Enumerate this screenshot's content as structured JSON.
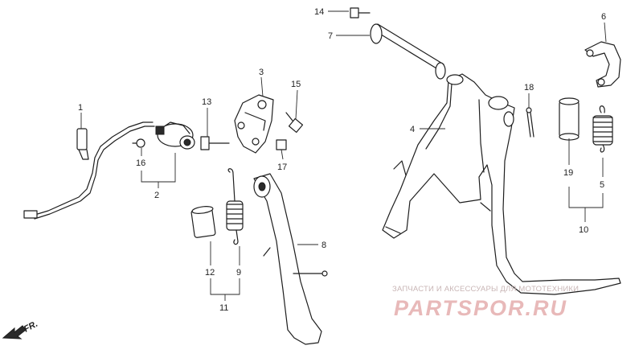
{
  "callouts": {
    "c1": "1",
    "c2": "2",
    "c3": "3",
    "c4": "4",
    "c5": "5",
    "c6": "6",
    "c7": "7",
    "c8": "8",
    "c9": "9",
    "c10": "10",
    "c11": "11",
    "c12": "12",
    "c13": "13",
    "c14": "14",
    "c15": "15",
    "c16": "16",
    "c17": "17",
    "c18": "18",
    "c19": "19"
  },
  "direction_label": "FR.",
  "watermark": {
    "tagline": "ЗАПЧАСТИ И АКСЕССУАРЫ ДЛЯ МОТОТЕХНИКИ",
    "logo_text": "PARTSPOR.RU"
  },
  "colors": {
    "line": "#1e1e1e",
    "watermark_text": "#c9b6b6",
    "watermark_logo": "#e8b9b9"
  }
}
